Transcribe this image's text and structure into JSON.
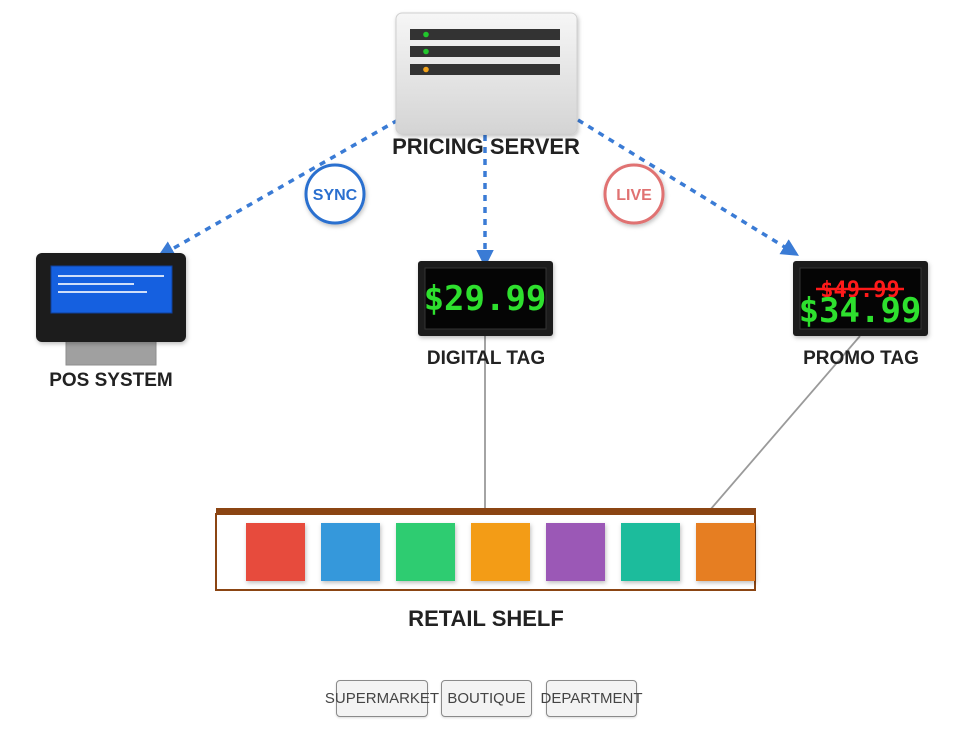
{
  "server": {
    "label": "PRICING SERVER",
    "led_colors": [
      "#21c72c",
      "#21c72c",
      "#f1a21b"
    ]
  },
  "badges": {
    "sync": {
      "label": "SYNC",
      "color": "#2a6fcf"
    },
    "live": {
      "label": "LIVE",
      "color": "#e07272"
    }
  },
  "pos": {
    "label": "POS SYSTEM",
    "screen_color": "#1560e0"
  },
  "digital_tag": {
    "label": "DIGITAL TAG",
    "price": "$29.99",
    "price_color": "#2ee02e"
  },
  "promo_tag": {
    "label": "PROMO TAG",
    "old_price": "$49.99",
    "old_price_color": "#ff1a1a",
    "price": "$34.99",
    "price_color": "#2ee02e"
  },
  "shelf": {
    "label": "RETAIL SHELF",
    "frame_color": "#8b4513",
    "products": [
      "#e74c3c",
      "#3498db",
      "#2ecc71",
      "#f39c12",
      "#9b59b6",
      "#1abc9c",
      "#e67e22"
    ]
  },
  "connector_color": "#3a7bd5",
  "store_buttons": [
    "SUPERMARKET",
    "BOUTIQUE",
    "DEPARTMENT"
  ]
}
